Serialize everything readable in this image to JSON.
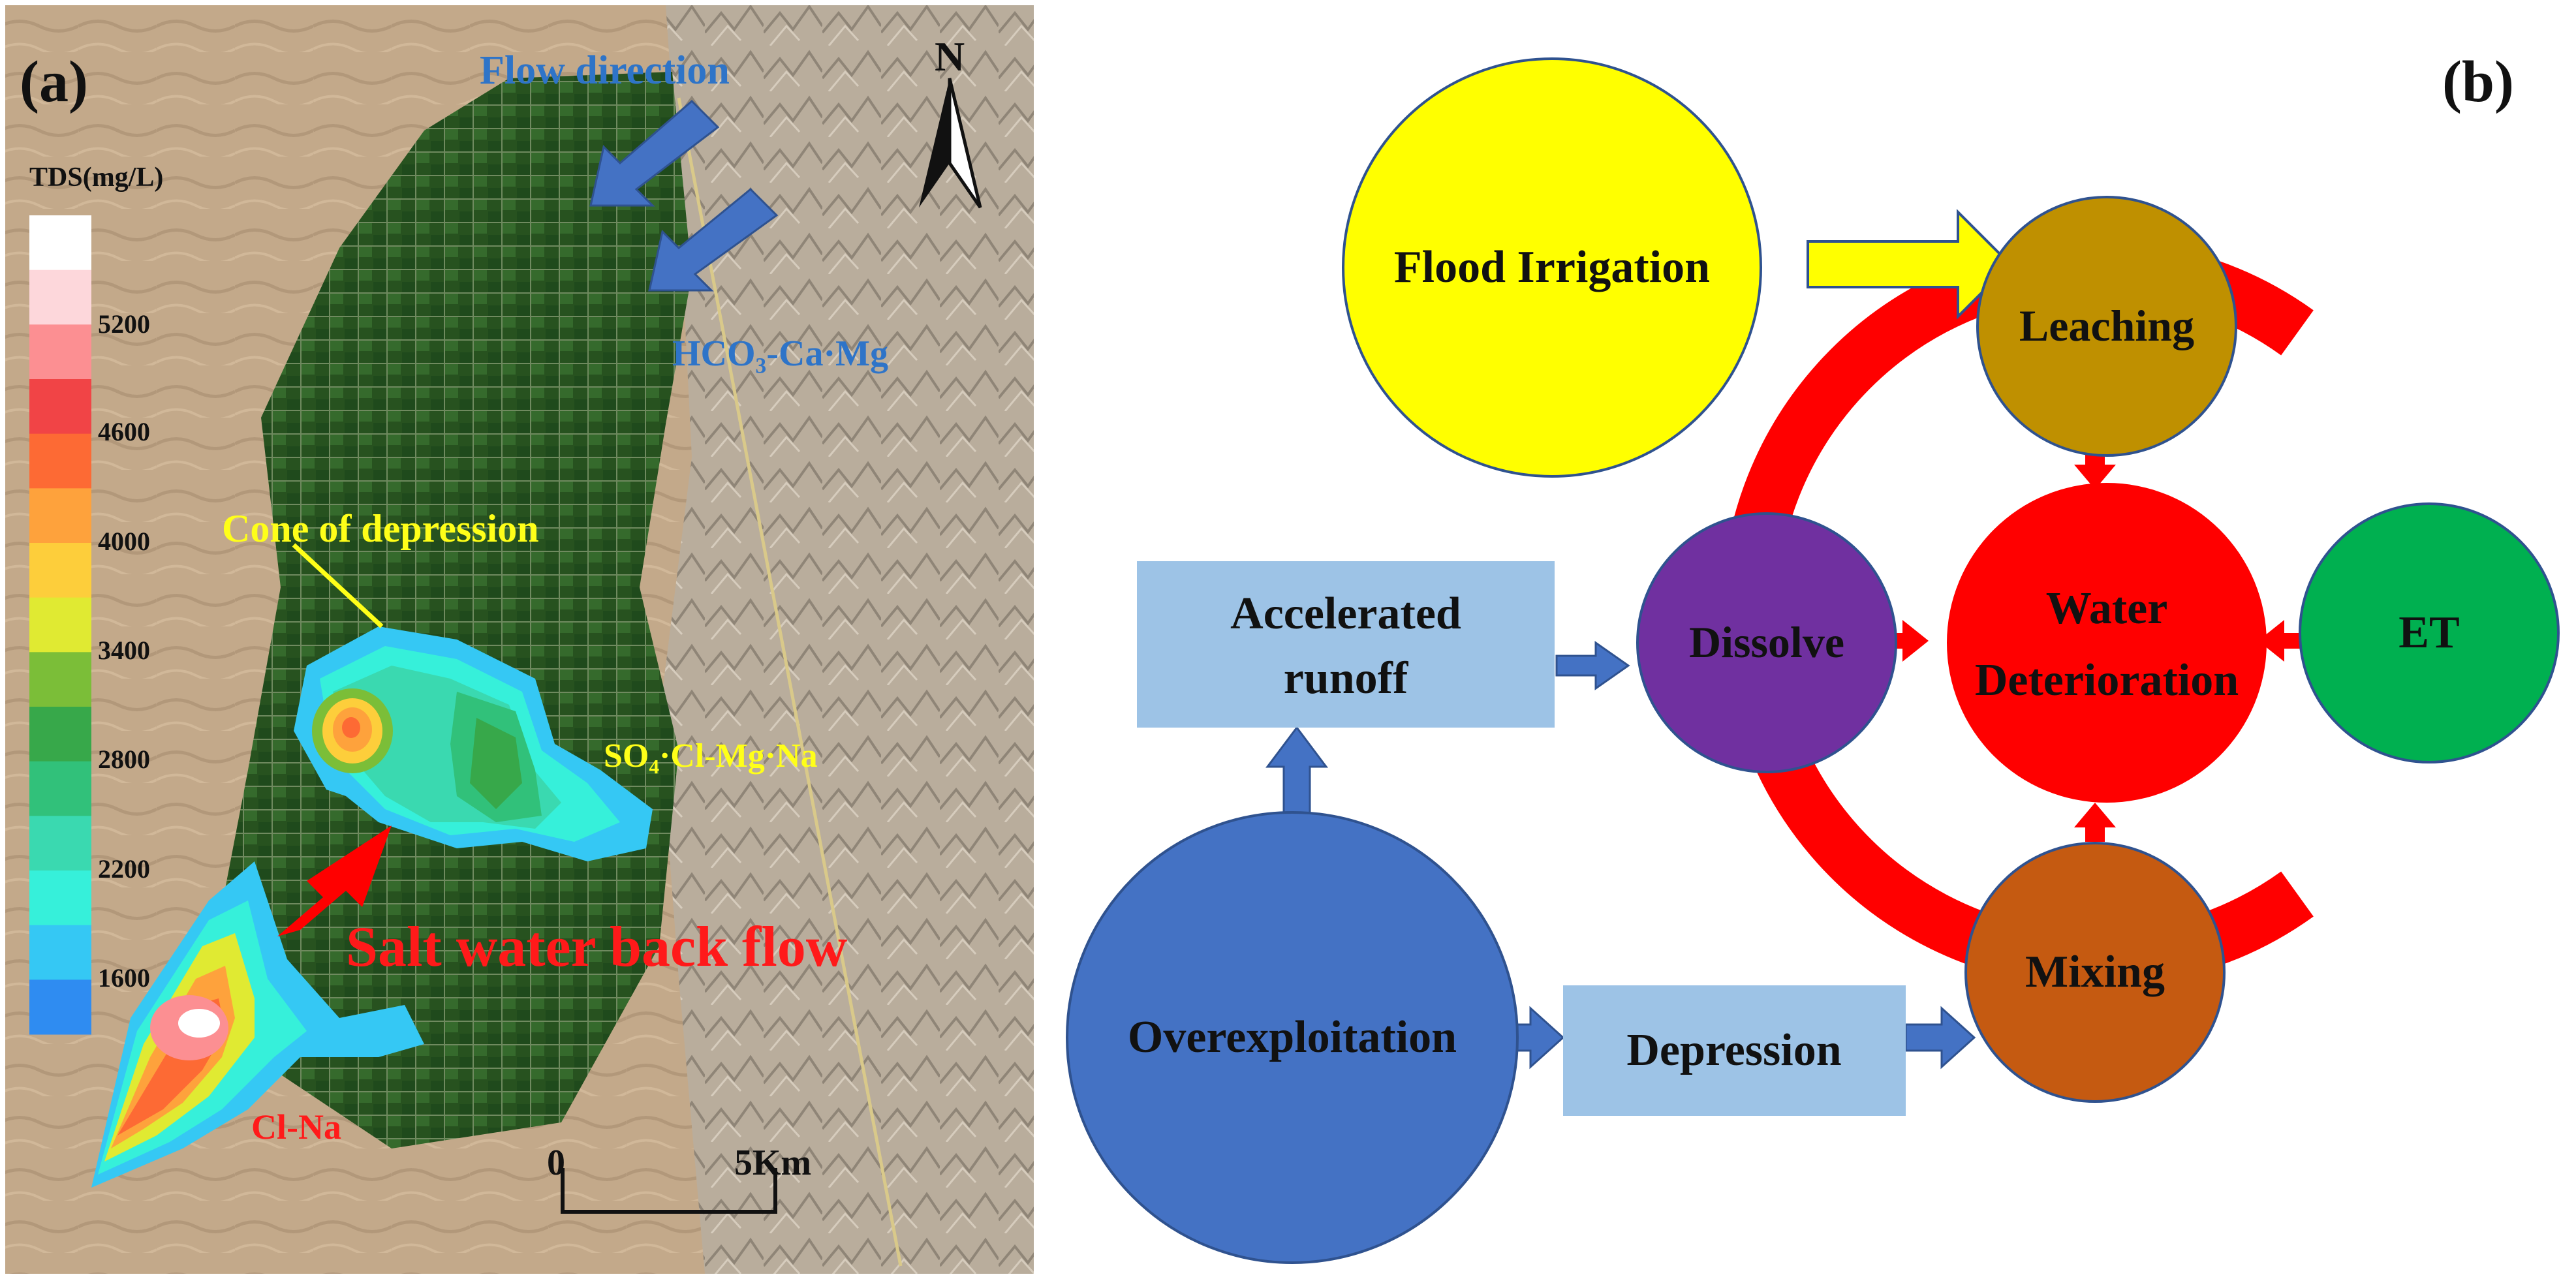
{
  "panel_a": {
    "label": "(a)",
    "flow_direction_label": "Flow direction",
    "north_label": "N",
    "legend": {
      "title": "TDS(mg/L)",
      "ticks": [
        "5200",
        "4600",
        "4000",
        "3400",
        "2800",
        "2200",
        "1600"
      ],
      "colors": [
        "#ffffff",
        "#fdd7db",
        "#fc8f92",
        "#f14446",
        "#fd6a34",
        "#fea23c",
        "#fdce3b",
        "#e0ea32",
        "#7bbe38",
        "#37a84a",
        "#31c17a",
        "#3ad9b0",
        "#36f0da",
        "#35c8f4",
        "#2f8cf1"
      ]
    },
    "hydrochem": {
      "hco3": "HCO₃-Ca·Mg",
      "so4": "SO₄·Cl-Mg·Na",
      "cl": "Cl-Na"
    },
    "cone_label": "Cone of depression",
    "backflow_label": "Salt water back flow",
    "scale": {
      "start": "0",
      "end": "5Km"
    },
    "colors": {
      "blue_label": "#2e74c8",
      "yellow_label": "#ffff19",
      "red_label": "#ff1a1a",
      "arrow_blue": "#4472c4",
      "arrow_red": "#ff0000",
      "desert": "#c2a887",
      "farmland": "#244d20"
    }
  },
  "panel_b": {
    "label": "(b)",
    "nodes": {
      "flood_irrigation": "Flood Irrigation",
      "leaching": "Leaching",
      "water_deterioration": [
        "Water",
        "Deterioration"
      ],
      "dissolve": "Dissolve",
      "et": "ET",
      "mixing": "Mixing",
      "accelerated_runoff": [
        "Accelerated",
        "runoff"
      ],
      "overexploitation": "Overexploitation",
      "depression": "Depression"
    },
    "colors": {
      "flood_irrigation": "#ffff00",
      "leaching": "#bf9000",
      "water_deterioration": "#ff0000",
      "dissolve": "#7030a0",
      "et": "#00b050",
      "mixing": "#c55a11",
      "box": "#9dc3e6",
      "overexploitation": "#4472c4",
      "ring": "#ff0000",
      "arrow_blue": "#4472c4",
      "outline": "#2f528f"
    }
  }
}
